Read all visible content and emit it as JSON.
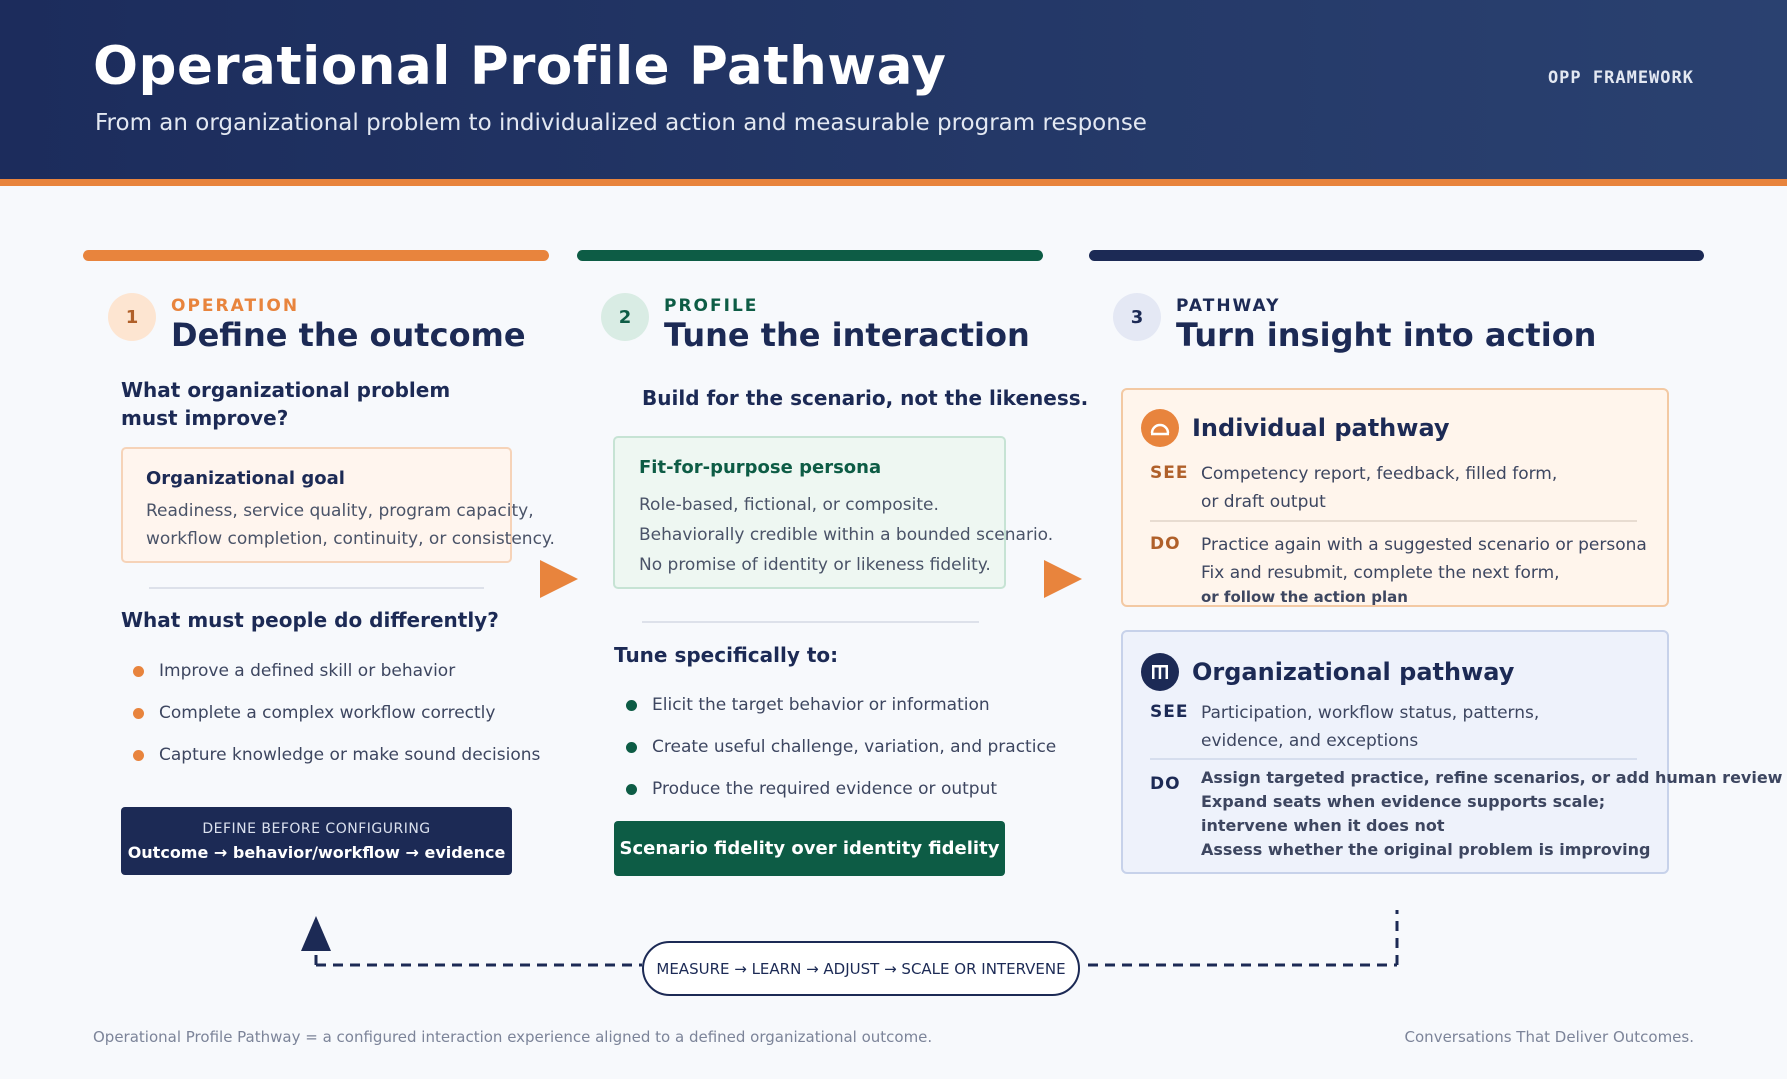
{
  "header": {
    "title": "Operational Profile Pathway",
    "subtitle": "From an organizational problem to individualized action and measurable program response",
    "tag": "OPP FRAMEWORK"
  },
  "colors": {
    "navy": "#1c2a55",
    "orange": "#e8843d",
    "green": "#0d5c45"
  },
  "columns": [
    {
      "number": "1",
      "kicker": "OPERATION",
      "title": "Define the outcome",
      "question": [
        "What organizational problem",
        "must improve?"
      ],
      "card": {
        "title": "Organizational goal",
        "lines": [
          "Readiness, service quality, program capacity,",
          "workflow completion, continuity, or consistency."
        ]
      },
      "question2": "What must people do differently?",
      "bullets": [
        "Improve a defined skill or behavior",
        "Complete a complex workflow correctly",
        "Capture knowledge or make sound decisions"
      ],
      "cta": {
        "line1": "DEFINE BEFORE CONFIGURING",
        "line2": "Outcome → behavior/workflow → evidence"
      }
    },
    {
      "number": "2",
      "kicker": "PROFILE",
      "title": "Tune the interaction",
      "tagline": "Build for the scenario, not the likeness.",
      "card": {
        "title": "Fit-for-purpose persona",
        "lines": [
          "Role-based, fictional, or composite.",
          "Behaviorally credible within a bounded scenario.",
          "No promise of identity or likeness fidelity."
        ]
      },
      "question2": "Tune specifically to:",
      "bullets": [
        "Elicit the target behavior or information",
        "Create useful challenge, variation, and practice",
        "Produce the required evidence or output"
      ],
      "cta": "Scenario fidelity over identity fidelity"
    },
    {
      "number": "3",
      "kicker": "PATHWAY",
      "title": "Turn insight into action",
      "individual": {
        "title": "Individual pathway",
        "see_label": "SEE",
        "see": [
          "Competency report, feedback, filled form,",
          "or draft output"
        ],
        "do_label": "DO",
        "do": [
          "Practice again with a suggested scenario or persona",
          "Fix and resubmit, complete the next form,"
        ],
        "do_bold": "or follow the action plan"
      },
      "organizational": {
        "title": "Organizational pathway",
        "see_label": "SEE",
        "see": [
          "Participation, workflow status, patterns,",
          "evidence, and exceptions"
        ],
        "do_label": "DO",
        "do": [
          "Assign targeted practice, refine scenarios, or add human review",
          "Expand seats when evidence supports scale;",
          "intervene when it does not",
          "Assess whether the original problem is improving"
        ]
      }
    }
  ],
  "loop": "MEASURE → LEARN → ADJUST → SCALE OR INTERVENE",
  "footer": {
    "left": "Operational Profile Pathway = a configured interaction experience aligned to a defined organizational outcome.",
    "right": "Conversations That Deliver Outcomes."
  }
}
